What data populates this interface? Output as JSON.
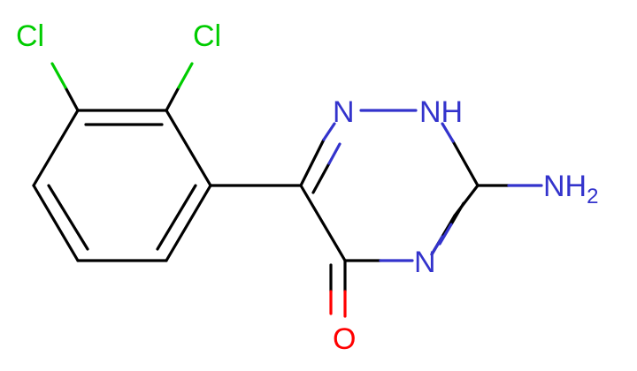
{
  "molecule": {
    "atoms": {
      "cl_1": "Cl",
      "cl_2": "Cl",
      "n_ring_top_left": "N",
      "n_ring_top_right": "NH",
      "n_ring_bottom": "N",
      "amino_group": "NH",
      "amino_subscript": "2",
      "carbonyl_oxygen": "O"
    },
    "colors": {
      "bond": "#000000",
      "chlorine": "#00cc00",
      "nitrogen": "#3333cc",
      "oxygen": "#ff0000"
    }
  }
}
